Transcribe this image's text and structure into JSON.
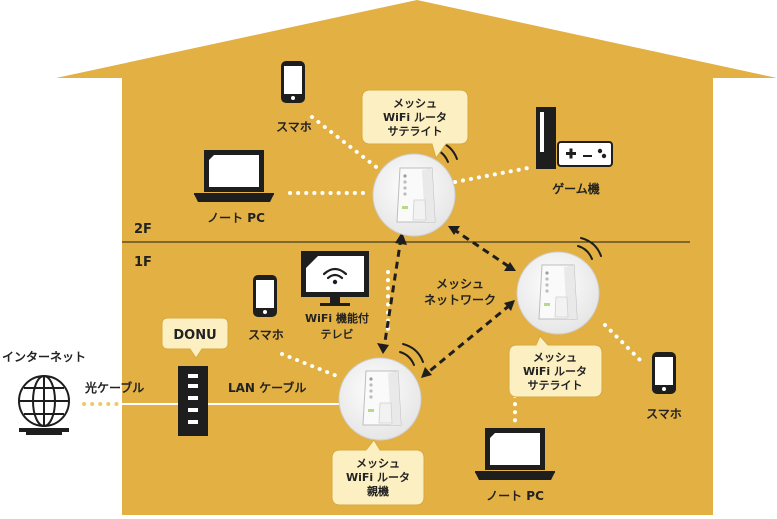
{
  "colors": {
    "house": "#E2B043",
    "callout_fill": "#FCEFC2",
    "callout_stroke": "#D9A93C",
    "dark": "#1E1E1E",
    "white": "#FFFFFF",
    "fiber_dots": "#F0C969"
  },
  "floors": {
    "upper": "2F",
    "lower": "1F"
  },
  "internet": {
    "label": "インターネット",
    "icon": "globe-icon"
  },
  "links": {
    "fiber": "光ケーブル",
    "lan": "LAN ケーブル",
    "mesh_line1": "メッシュ",
    "mesh_line2": "ネットワーク"
  },
  "donu": {
    "label": "DONU",
    "icon": "onu-device-icon"
  },
  "router_parent": {
    "line1": "メッシュ",
    "line2": "WiFi ルータ",
    "line3": "親機",
    "icon": "mesh-router-icon"
  },
  "satellite_2f": {
    "line1": "メッシュ",
    "line2": "WiFi ルータ",
    "line3": "サテライト",
    "icon": "mesh-router-icon"
  },
  "satellite_1f": {
    "line1": "メッシュ",
    "line2": "WiFi ルータ",
    "line3": "サテライト",
    "icon": "mesh-router-icon"
  },
  "devices": {
    "phone_2f": {
      "label": "スマホ",
      "icon": "smartphone-icon"
    },
    "laptop_2f": {
      "label": "ノート PC",
      "icon": "laptop-icon"
    },
    "game": {
      "label": "ゲーム機",
      "icon": "game-console-icon"
    },
    "tv": {
      "line1": "WiFi 機能付",
      "line2": "テレビ",
      "icon": "wifi-tv-icon"
    },
    "phone_1f_left": {
      "label": "スマホ",
      "icon": "smartphone-icon"
    },
    "phone_1f_right": {
      "label": "スマホ",
      "icon": "smartphone-icon"
    },
    "laptop_1f": {
      "label": "ノート PC",
      "icon": "laptop-icon"
    }
  }
}
